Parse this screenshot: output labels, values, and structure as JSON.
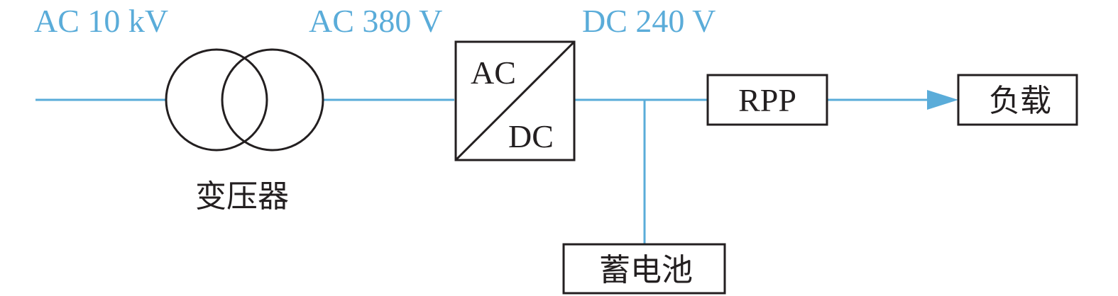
{
  "colors": {
    "line": "#5aacd9",
    "label": "#5aacd9",
    "stroke": "#231f20"
  },
  "voltages": {
    "input": "AC 10 kV",
    "transformer_output": "AC 380 V",
    "rectifier_output": "DC 240 V"
  },
  "transformer": {
    "label": "变压器"
  },
  "rectifier": {
    "input_label": "AC",
    "output_label": "DC"
  },
  "rpp": {
    "label": "RPP"
  },
  "load": {
    "label": "负载"
  },
  "battery": {
    "label": "蓄电池"
  }
}
